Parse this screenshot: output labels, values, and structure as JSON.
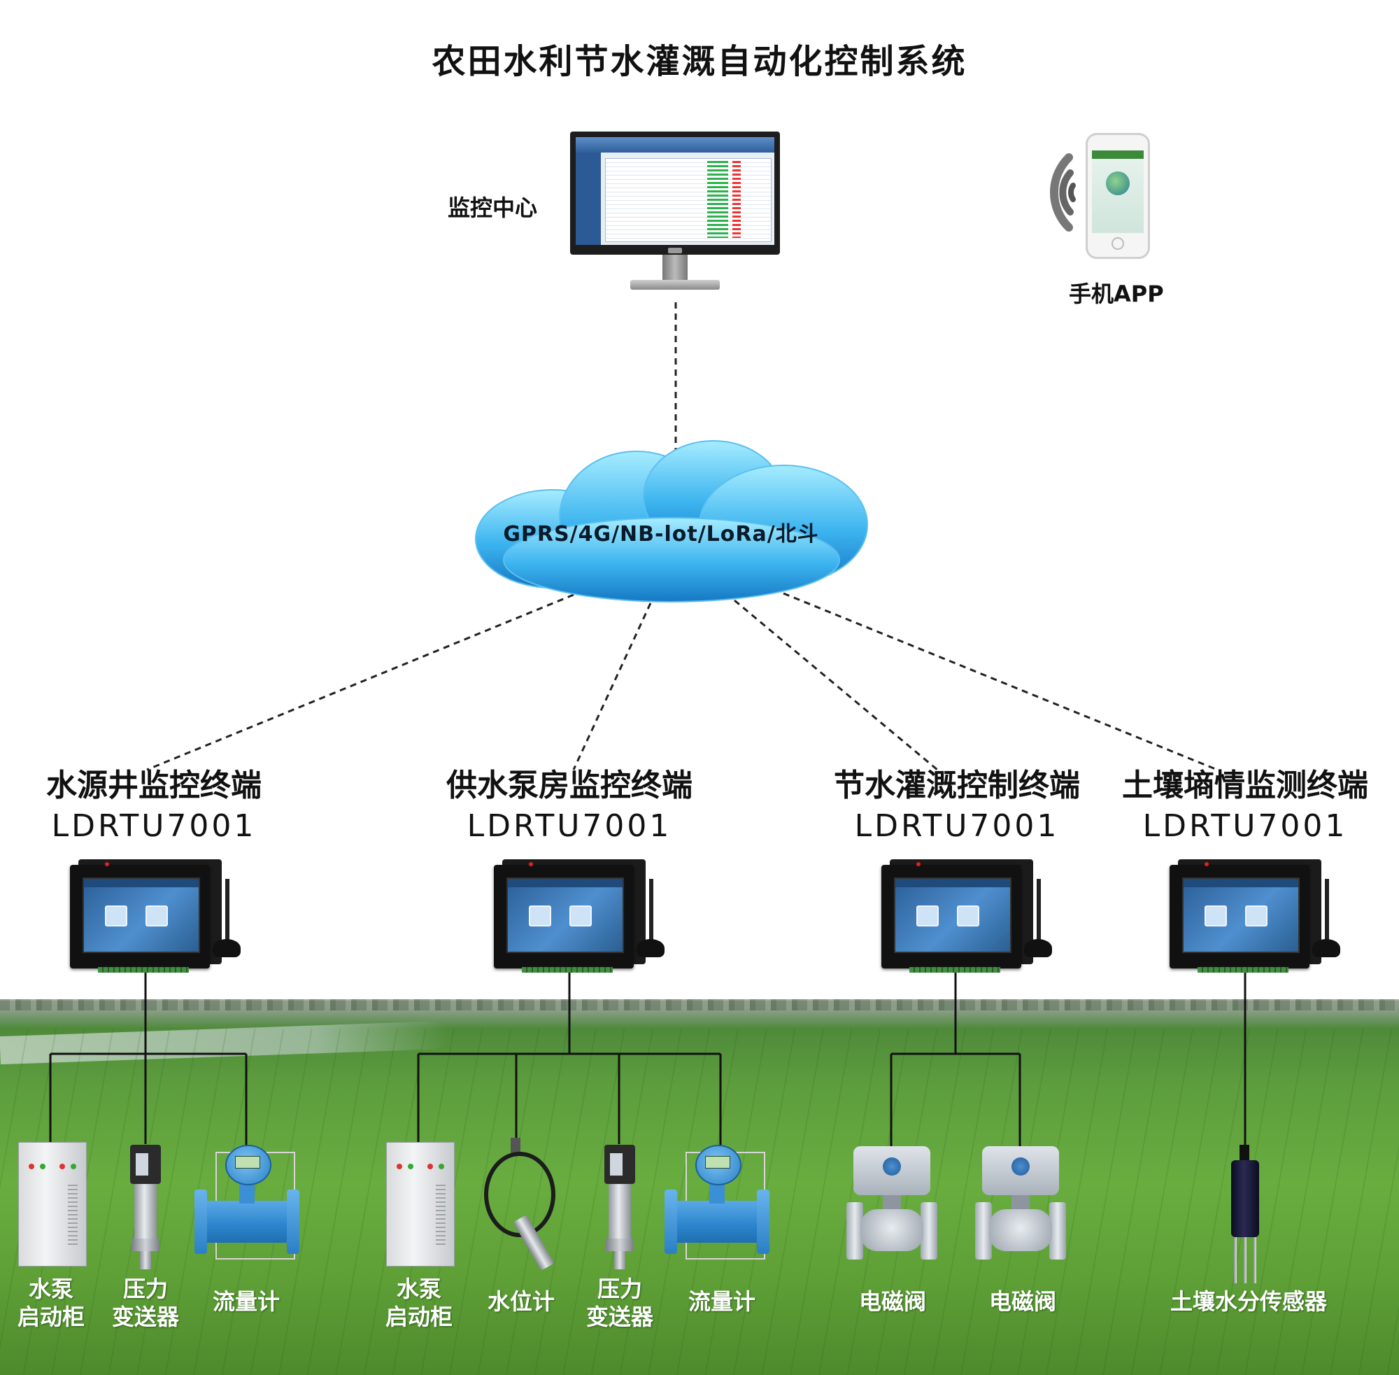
{
  "title": "农田水利节水灌溉自动化控制系统",
  "center": {
    "monitor_label": "监控中心",
    "app_label": "手机APP",
    "network_label": "GPRS/4G/NB-lot/LoRa/北斗"
  },
  "terminals": [
    {
      "name": "水源井监控终端",
      "model": "LDRTU7001",
      "devices": [
        {
          "type": "pump-cabinet",
          "label_lines": [
            "水泵",
            "启动柜"
          ]
        },
        {
          "type": "pressure-transmitter",
          "label_lines": [
            "压力",
            "变送器"
          ]
        },
        {
          "type": "flow-meter",
          "label_lines": [
            "流量计"
          ]
        }
      ]
    },
    {
      "name": "供水泵房监控终端",
      "model": "LDRTU7001",
      "devices": [
        {
          "type": "pump-cabinet",
          "label_lines": [
            "水泵",
            "启动柜"
          ]
        },
        {
          "type": "level-gauge",
          "label_lines": [
            "水位计"
          ]
        },
        {
          "type": "pressure-transmitter",
          "label_lines": [
            "压力",
            "变送器"
          ]
        },
        {
          "type": "flow-meter",
          "label_lines": [
            "流量计"
          ]
        }
      ]
    },
    {
      "name": "节水灌溉控制终端",
      "model": "LDRTU7001",
      "devices": [
        {
          "type": "solenoid-valve",
          "label_lines": [
            "电磁阀"
          ]
        },
        {
          "type": "solenoid-valve",
          "label_lines": [
            "电磁阀"
          ]
        }
      ]
    },
    {
      "name": "土壤墒情监测终端",
      "model": "LDRTU7001",
      "devices": [
        {
          "type": "soil-moisture-sensor",
          "label_lines": [
            "土壤水分传感器"
          ]
        }
      ]
    }
  ],
  "colors": {
    "cloud_light": "#9fe3ff",
    "cloud_dark": "#1e8fd6",
    "field_green": "#5e9f36"
  }
}
